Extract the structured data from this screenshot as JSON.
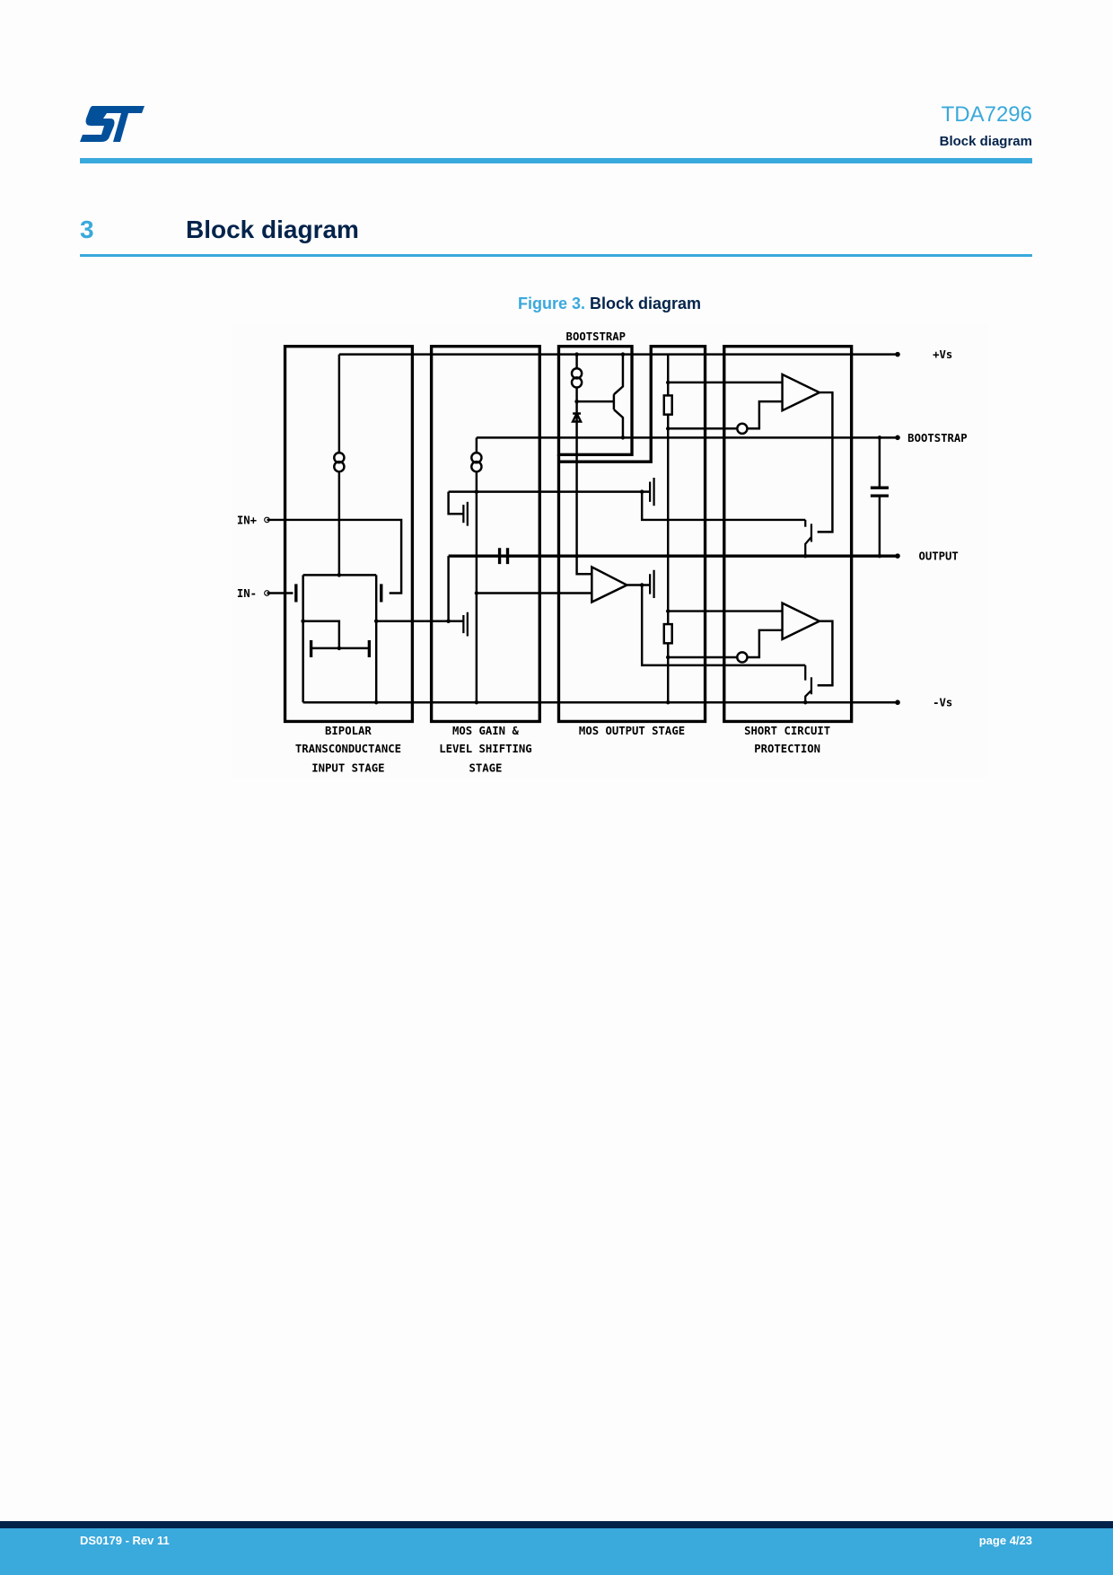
{
  "header": {
    "logo": "ST",
    "doc_title": "TDA7296",
    "section_name": "Block diagram"
  },
  "section": {
    "number": "3",
    "title": "Block diagram"
  },
  "figure": {
    "label": "Figure 3.",
    "title": "Block diagram",
    "pins": {
      "vs_pos": "+Vs",
      "bootstrap": "BOOTSTRAP",
      "output": "OUTPUT",
      "vs_neg": "-Vs",
      "in_pos": "IN+",
      "in_neg": "IN-"
    },
    "top_label": "BOOTSTRAP",
    "blocks": [
      {
        "lines": [
          "BIPOLAR",
          "TRANSCONDUCTANCE",
          "INPUT STAGE"
        ]
      },
      {
        "lines": [
          "MOS GAIN &",
          "LEVEL SHIFTING",
          "STAGE"
        ]
      },
      {
        "lines": [
          "MOS OUTPUT STAGE"
        ]
      },
      {
        "lines": [
          "SHORT CIRCUIT",
          "PROTECTION"
        ]
      }
    ]
  },
  "footer": {
    "doc_ref": "DS0179 - Rev 11",
    "page": "page 4/23"
  },
  "colors": {
    "brand_blue": "#3aa9dc",
    "navy": "#03234b"
  }
}
